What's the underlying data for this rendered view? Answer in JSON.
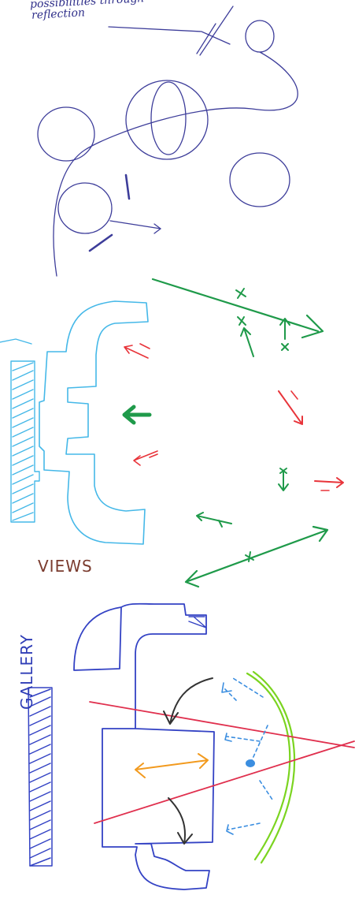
{
  "annotations": {
    "top_note_line1": "possibilities through",
    "top_note_line2": "reflection",
    "views_label": "VIEWS",
    "gallery_label": "GALLERY"
  },
  "colors": {
    "ink_blue": "#3d3d9a",
    "cyan": "#45b8e8",
    "green": "#1f9a4a",
    "red": "#e8343a",
    "brown": "#7a3b2e",
    "royal_blue": "#3342c4",
    "lime": "#7bd420",
    "orange": "#f29a1e",
    "dark_gray": "#333333",
    "crimson": "#e0304e"
  }
}
